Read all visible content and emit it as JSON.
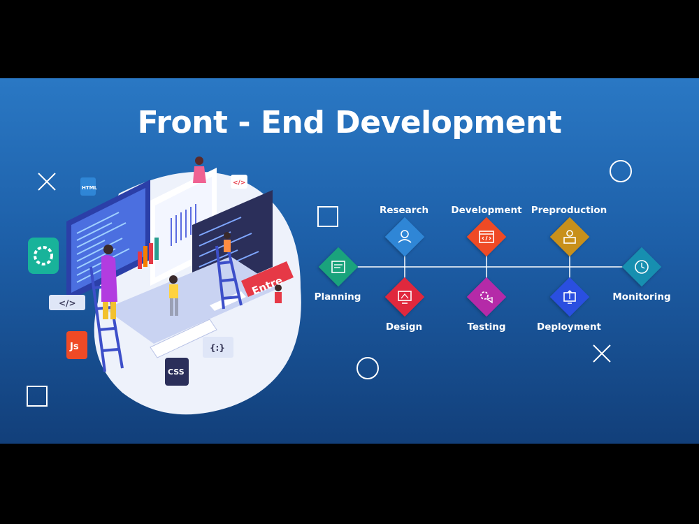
{
  "title": "Front - End Development",
  "illustration": {
    "html_tag": "HTML",
    "code_tag": "</>",
    "js_tag": "Js",
    "css_tag": "CSS",
    "enter_key": "Entre",
    "braces": "{:}",
    "slash_tag": "</>"
  },
  "steps": [
    {
      "label": "Planning",
      "color": "#1aa37c",
      "icon": "planning-icon"
    },
    {
      "label": "Research",
      "color": "#2f86d6",
      "icon": "research-icon"
    },
    {
      "label": "Design",
      "color": "#e0283d",
      "icon": "design-icon"
    },
    {
      "label": "Development",
      "color": "#ef4a25",
      "icon": "development-icon"
    },
    {
      "label": "Testing",
      "color": "#b52aa8",
      "icon": "testing-icon"
    },
    {
      "label": "Preproduction",
      "color": "#c8901b",
      "icon": "preproduction-icon"
    },
    {
      "label": "Deployment",
      "color": "#2a4fe0",
      "icon": "deployment-icon"
    },
    {
      "label": "Monitoring",
      "color": "#178fb0",
      "icon": "monitoring-icon"
    }
  ],
  "colors": {
    "banner_top": "#2a78c4",
    "banner_bottom": "#123f7a",
    "text": "#ffffff"
  }
}
